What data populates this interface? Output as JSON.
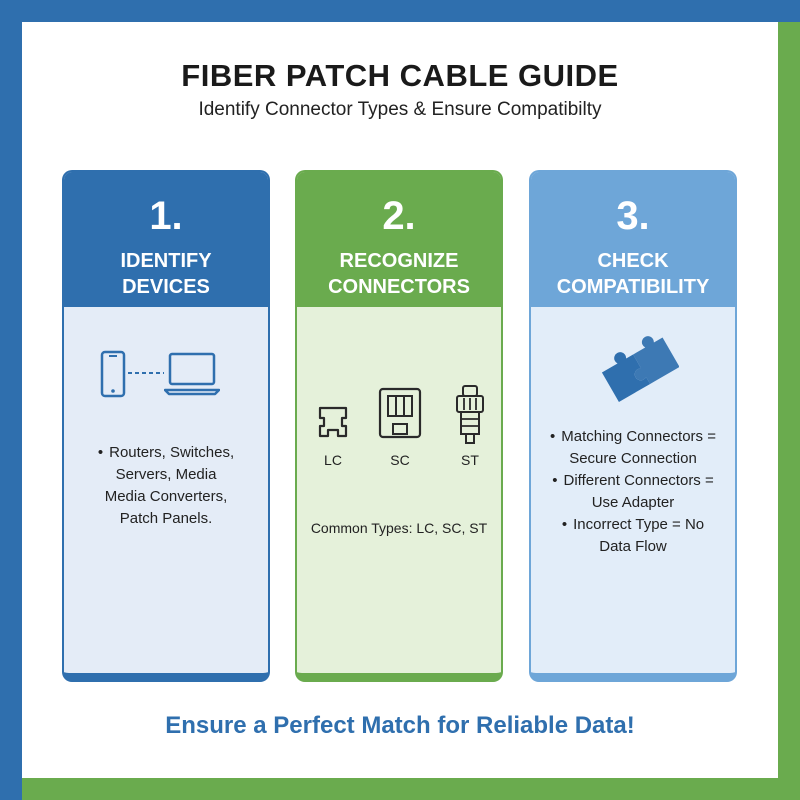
{
  "header": {
    "title": "FIBER PATCH CABLE GUIDE",
    "subtitle": "Identify Connector Types & Ensure Compatibilty"
  },
  "colors": {
    "blue": "#2f6fae",
    "green": "#6aab4e",
    "light_blue": "#6ea6d8"
  },
  "cards": [
    {
      "number": "1.",
      "title_line1": "IDENTIFY",
      "title_line2": "DEVICES",
      "icons": [
        "smartphone-icon",
        "laptop-icon"
      ],
      "bullets": [
        "Routers, Switches,",
        "Servers, Media",
        "Media Converters,",
        "Patch Panels."
      ]
    },
    {
      "number": "2.",
      "title_line1": "RECOGNIZE",
      "title_line2": "CONNECTORS",
      "connectors": [
        "LC",
        "SC",
        "ST"
      ],
      "icons": [
        "lc-connector-icon",
        "sc-connector-icon",
        "st-connector-icon"
      ],
      "note": "Common Types: LC, SC, ST"
    },
    {
      "number": "3.",
      "title_line1": "CHECK",
      "title_line2": "COMPATIBILITY",
      "icons": [
        "puzzle-icon"
      ],
      "bullets": [
        "Matching Connectors =",
        "Secure Connection",
        "Different Connectors =",
        "Use Adapter",
        "Incorrect Type = No",
        "Data Flow"
      ]
    }
  ],
  "footer": {
    "slogan": "Ensure a Perfect Match for Reliable Data!"
  }
}
